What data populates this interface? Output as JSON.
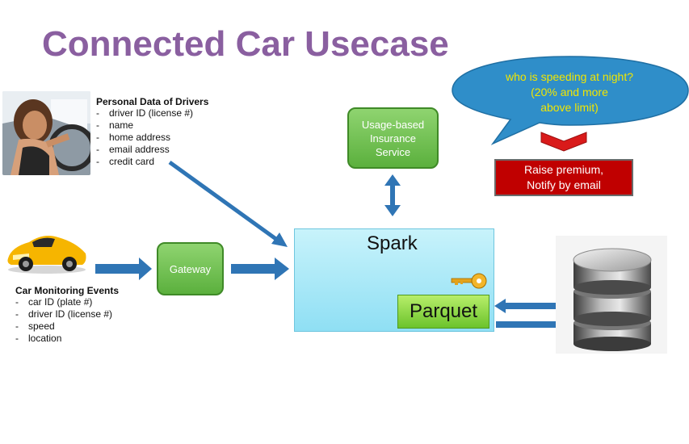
{
  "title": "Connected Car Usecase",
  "personal_data": {
    "heading": "Personal Data of Drivers",
    "items": [
      "driver ID (license #)",
      "name",
      "home address",
      "email address",
      "credit card"
    ]
  },
  "car_events": {
    "heading": "Car Monitoring Events",
    "items": [
      "car ID (plate #)",
      "driver ID (license #)",
      "speed",
      "location"
    ]
  },
  "nodes": {
    "usage_service": [
      "Usage-based",
      "Insurance",
      "Service"
    ],
    "gateway": "Gateway",
    "spark": "Spark",
    "parquet": "Parquet"
  },
  "bubble": [
    "who is speeding at night?",
    "(20% and more",
    "above limit)"
  ],
  "action": [
    "Raise premium,",
    "Notify by email"
  ],
  "icons": [
    "driver-photo",
    "sports-car-icon",
    "key-icon",
    "database-cylinder-icon"
  ],
  "colors": {
    "title": "#8a5fa0",
    "arrow": "#2f75b5",
    "green_box": "#5bb03d",
    "spark": "#8fdff4",
    "action": "#c00000",
    "bubble": "#2f8ec9",
    "bubble_text": "#f2e600"
  }
}
